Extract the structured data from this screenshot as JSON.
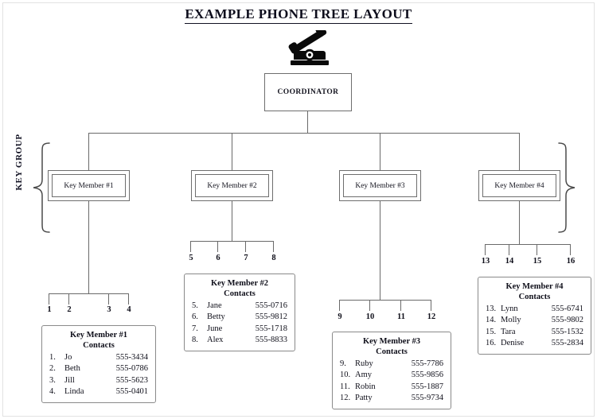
{
  "document": {
    "title": "EXAMPLE PHONE TREE LAYOUT",
    "icons": {
      "phone": "desk-phone-icon"
    }
  },
  "diagram": {
    "type": "organizational-tree",
    "root": {
      "label": "COORDINATOR"
    },
    "group_label": "KEY GROUP",
    "key_members": [
      {
        "label": "Key Member #1"
      },
      {
        "label": "Key Member #2"
      },
      {
        "label": "Key Member #3"
      },
      {
        "label": "Key Member #4"
      }
    ],
    "contact_lists": [
      {
        "title": "Key Member #1",
        "subtitle": "Contacts",
        "tick_numbers": [
          "1",
          "2",
          "3",
          "4"
        ],
        "rows": [
          {
            "num": "1.",
            "name": "Jo",
            "phone": "555-3434"
          },
          {
            "num": "2.",
            "name": "Beth",
            "phone": "555-0786"
          },
          {
            "num": "3.",
            "name": "Jill",
            "phone": "555-5623"
          },
          {
            "num": "4.",
            "name": "Linda",
            "phone": "555-0401"
          }
        ]
      },
      {
        "title": "Key Member #2",
        "subtitle": "Contacts",
        "tick_numbers": [
          "5",
          "6",
          "7",
          "8"
        ],
        "rows": [
          {
            "num": "5.",
            "name": "Jane",
            "phone": "555-0716"
          },
          {
            "num": "6.",
            "name": "Betty",
            "phone": "555-9812"
          },
          {
            "num": "7.",
            "name": "June",
            "phone": "555-1718"
          },
          {
            "num": "8.",
            "name": "Alex",
            "phone": "555-8833"
          }
        ]
      },
      {
        "title": "Key Member #3",
        "subtitle": "Contacts",
        "tick_numbers": [
          "9",
          "10",
          "11",
          "12"
        ],
        "rows": [
          {
            "num": "9.",
            "name": "Ruby",
            "phone": "555-7786"
          },
          {
            "num": "10.",
            "name": "Amy",
            "phone": "555-9856"
          },
          {
            "num": "11.",
            "name": "Robin",
            "phone": "555-1887"
          },
          {
            "num": "12.",
            "name": "Patty",
            "phone": "555-9734"
          }
        ]
      },
      {
        "title": "Key Member #4",
        "subtitle": "Contacts",
        "tick_numbers": [
          "13",
          "14",
          "15",
          "16"
        ],
        "rows": [
          {
            "num": "13.",
            "name": "Lynn",
            "phone": "555-6741"
          },
          {
            "num": "14.",
            "name": "Molly",
            "phone": "555-9802"
          },
          {
            "num": "15.",
            "name": "Tara",
            "phone": "555-1532"
          },
          {
            "num": "16.",
            "name": "Denise",
            "phone": "555-2834"
          }
        ]
      }
    ]
  },
  "colors": {
    "line": "#6a6a6a",
    "box_border": "#6e6e6e",
    "contacts_border": "#8a8a8a",
    "text": "#0f0f1a",
    "page_frame": "#e2e2e2"
  }
}
